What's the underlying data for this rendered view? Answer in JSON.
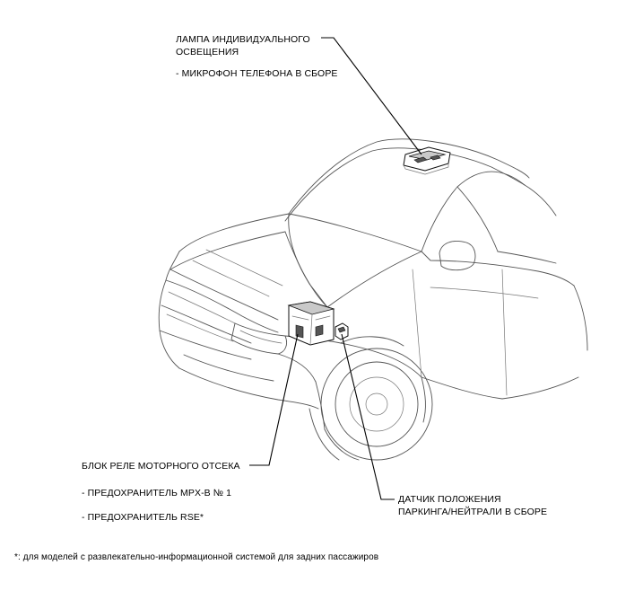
{
  "labels": {
    "lamp": {
      "line1": "ЛАМПА ИНДИВИДУАЛЬНОГО",
      "line2": "ОСВЕЩЕНИЯ",
      "sub": "- МИКРОФОН ТЕЛЕФОНА В СБОРЕ"
    },
    "relay": {
      "title": "БЛОК РЕЛЕ МОТОРНОГО ОТСЕКА",
      "fuse1": "- ПРЕДОХРАНИТЕЛЬ MPX-B № 1",
      "fuse2": "- ПРЕДОХРАНИТЕЛЬ RSE*"
    },
    "sensor": {
      "line1": "ДАТЧИК ПОЛОЖЕНИЯ",
      "line2": "ПАРКИНГА/НЕЙТРАЛИ В СБОРЕ"
    },
    "footnote": "*: для моделей с развлекательно-информационной системой для задних пассажиров"
  }
}
